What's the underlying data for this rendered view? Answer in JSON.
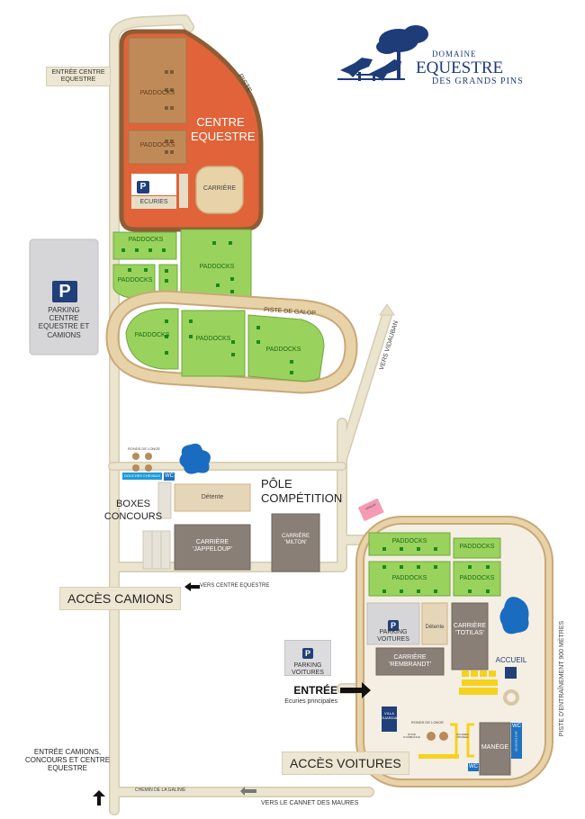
{
  "logo": {
    "line1": "DOMAINE",
    "line2": "EQUESTRE",
    "line3": "DES GRANDS PINS"
  },
  "centre_equestre": {
    "title": "CENTRE EQUESTRE",
    "piste": "PISTE",
    "paddock_top": "PADDOCKS",
    "paddock_mid": "PADDOCKS",
    "ecuries": "ECURIES",
    "carriere": "CARRIÈRE",
    "parking_icon": "P"
  },
  "paddocks_north": {
    "a": "PADDOCKS",
    "b": "PADDOCKS",
    "c": "PADDOCKS"
  },
  "galop": {
    "track": "PISTE DE GALOP",
    "p1": "PADDOCKS",
    "p2": "PADDOCKS",
    "p3": "PADDOCKS"
  },
  "parking_camions": {
    "icon": "P",
    "text": "PARKING CENTRE EQUESTRE ET CAMIONS"
  },
  "labels": {
    "entree_centre": "ENTRÉE CENTRE EQUESTRE",
    "vers_vidauban": "VERS VIDAUBAN",
    "ronds_de_longe": "RONDS DE LONGE",
    "douches_chevaux": "DOUCHES CHEVAUX",
    "wc": "WC",
    "pole_competition": "PÔLE COMPÉTITION",
    "boxes_concours": "BOXES CONCOURS",
    "detente": "Détente",
    "carriere_jappeloup": "CARRIÈRE 'JAPPELOUP'",
    "carriere_milton": "CARRIÈRE 'MILTON'",
    "hangar": "HANGAR",
    "acces_camions": "ACCÈS CAMIONS",
    "vers_centre": "VERS CENTRE EQUESTRE",
    "parking_voitures": "PARKING VOITURES",
    "entree": "ENTRÉE",
    "ecuries_principales": "Ecuries principales",
    "entree_camions": "ENTRÉE CAMIONS, CONCOURS ET CENTRE EQUESTRE",
    "chemin": "CHEMIN DE LA GALINIÈ",
    "vers_cannet": "VERS LE CANNET DES MAURES",
    "acces_voitures": "ACCÈS VOITURES",
    "piste_entrainement": "PISTE D'ENTRAÎNEMENT 900 MÈTRES"
  },
  "south": {
    "paddock1": "PADDOCKS",
    "paddock2": "PADDOCKS",
    "paddock3": "PADDOCKS",
    "paddock4": "PADDOCKS",
    "parking": "PARKING VOITURES",
    "detente": "Détente",
    "carriere_totilas": "CARRIÈRE 'TOTILAS'",
    "carriere_rembrandt": "CARRIÈRE 'REMBRANDT'",
    "accueil": "ACCUEIL",
    "villa": "VILLA GUARDIAN",
    "ronds": "RONDS DE LONGE",
    "rond_dambiance": "ROND D'AMBIANCE",
    "ecuries_privees": "ÉCURIES PRIVÉES",
    "manege": "MANÈGE",
    "douches": "DOUCHES CHEVAUX",
    "wc": "WC"
  },
  "colors": {
    "road": "#e7dfc8",
    "road_edge": "#d5ccb0",
    "centre_orange": "#e0633a",
    "centre_border": "#8e5d34",
    "paddock_brown": "#c08a58",
    "paddock_green": "#9ad25e",
    "track": "#e8d3a8",
    "building": "#8a7f76",
    "logo_navy": "#1d3c78",
    "pond_blue": "#1a6cc0"
  }
}
